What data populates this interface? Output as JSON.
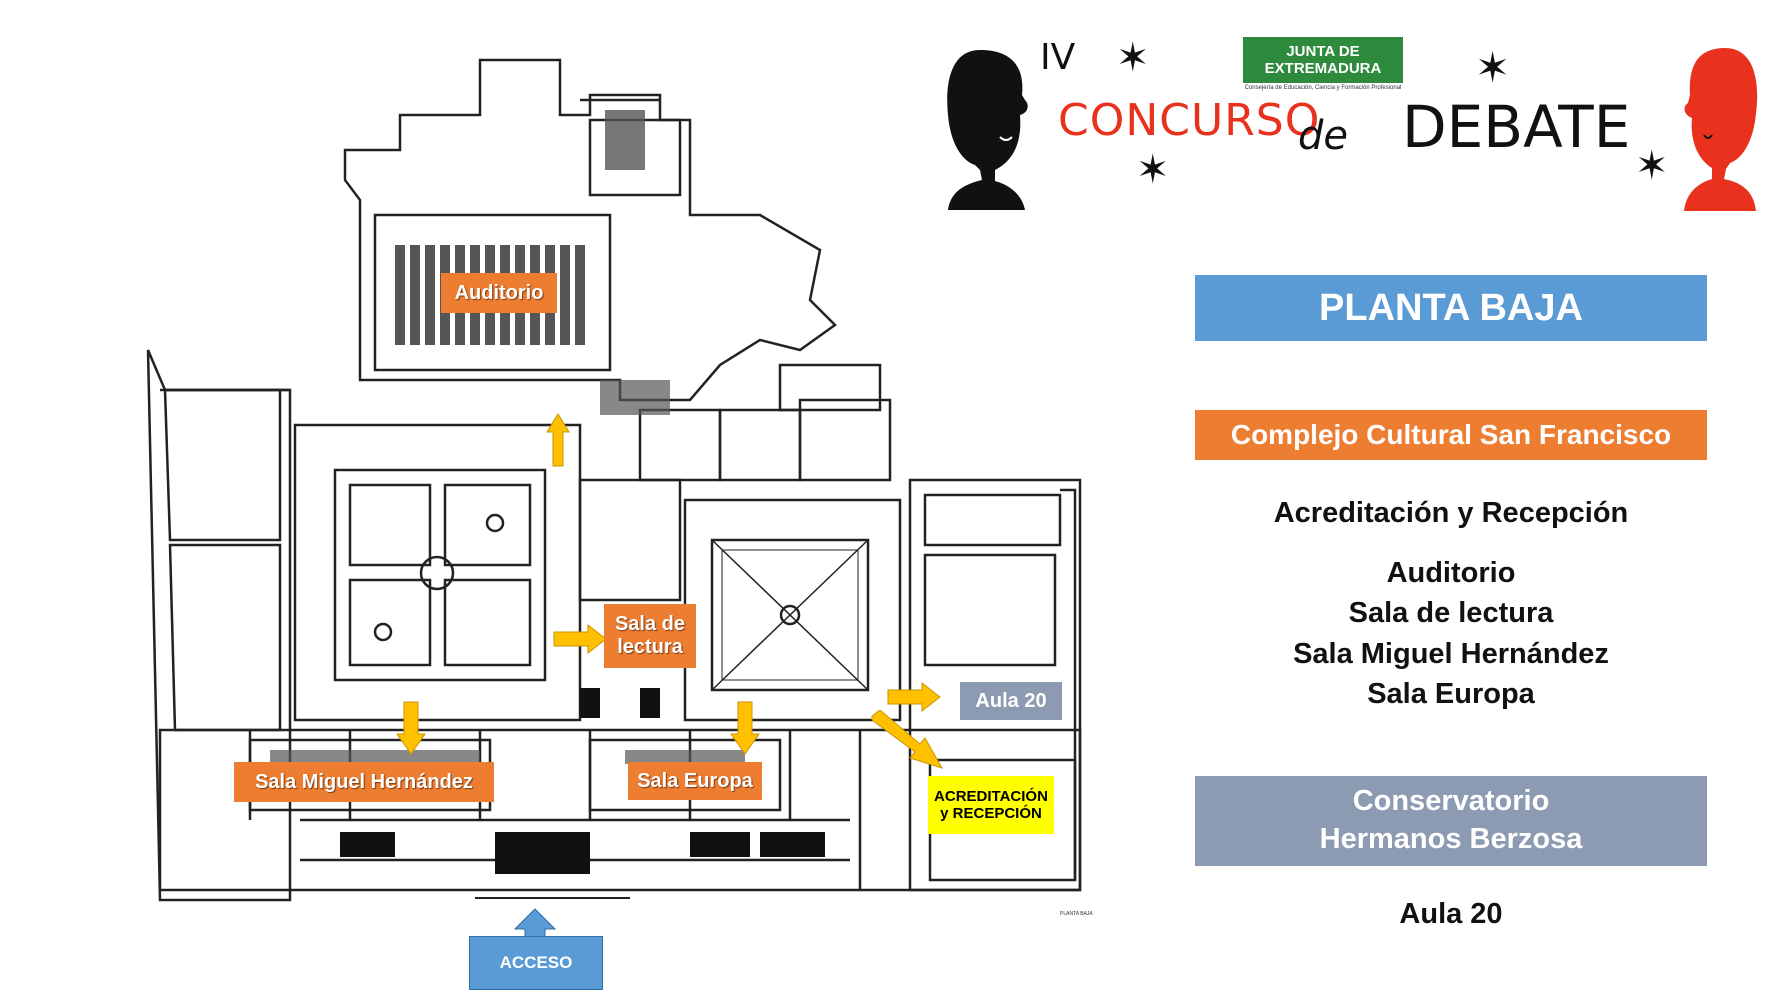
{
  "header": {
    "numeral": "IV",
    "word1": "CONCURSO",
    "word2": "de",
    "word3": "DEBATE",
    "logo_text": "JUNTA DE EXTREMADURA",
    "logo_subtext": "Consejería de Educación, Ciencia y Formación Profesional"
  },
  "map": {
    "auditorio": "Auditorio",
    "sala_lectura": "Sala de lectura",
    "aula20": "Aula 20",
    "sala_miguel": "Sala Miguel Hernández",
    "sala_europa": "Sala Europa",
    "acreditacion_line1": "ACREDITACIÓN",
    "acreditacion_line2": "y RECEPCIÓN",
    "acceso": "ACCESO",
    "plan_caption": "PLANTA BAJA"
  },
  "legend": {
    "title": "PLANTA BAJA",
    "venue1": "Complejo Cultural San Francisco",
    "venue1_items": [
      "Acreditación y Recepción",
      "Auditorio",
      "Sala de lectura",
      "Sala Miguel Hernández",
      "Sala Europa"
    ],
    "venue2_line1": "Conservatorio",
    "venue2_line2": "Hermanos Berzosa",
    "venue2_items": [
      "Aula 20"
    ]
  },
  "colors": {
    "title_bar": "#5b9bd5",
    "venue1_bar": "#ed7d31",
    "venue2_bar": "#8d9bb2",
    "arrow": "#ffc000",
    "accent_red": "#e8321e",
    "acreditacion_box": "#ffff00"
  },
  "icons": [
    "black-head-icon",
    "red-head-icon",
    "star-icon",
    "arrow-icon",
    "up-arrow-icon"
  ]
}
